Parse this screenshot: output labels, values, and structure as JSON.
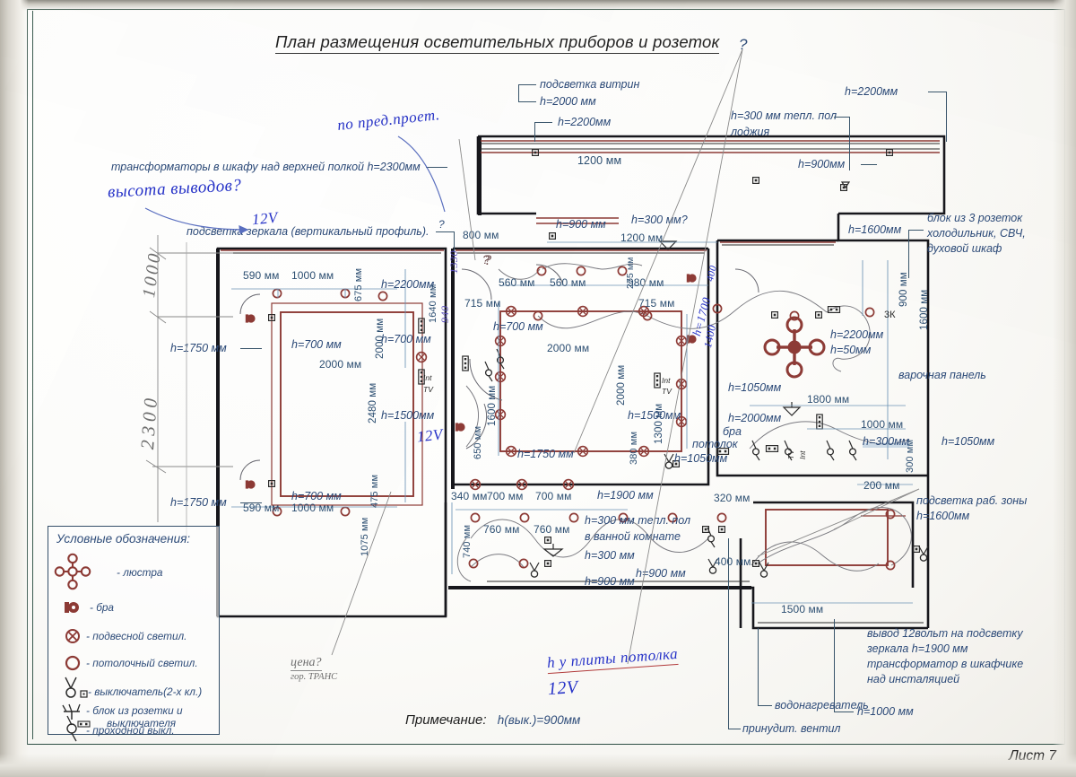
{
  "document": {
    "title": "План размещения осветительных приборов и розеток",
    "title_query_mark": "?",
    "sheet_number": "Лист 7",
    "note_label": "Примечание:",
    "note_value": "h(вык.)=900мм"
  },
  "legend": {
    "header": "Условные обозначения:",
    "items": [
      {
        "icon": "chandelier-icon",
        "label": "- люстра"
      },
      {
        "icon": "sconce-icon",
        "label": "- бра"
      },
      {
        "icon": "pendant-lamp-icon",
        "label": "- подвесной светил."
      },
      {
        "icon": "ceiling-lamp-icon",
        "label": "- потолочный светил."
      },
      {
        "icon": "switch-2gang-icon",
        "label": "- выключатель(2-х кл.)"
      },
      {
        "icon": "socket-switch-block-icon",
        "label": "- блок из розетки и",
        "label2": "выключателя"
      },
      {
        "icon": "passthrough-switch-icon",
        "label": "- проходной выкл."
      }
    ]
  },
  "annotations": {
    "top": [
      {
        "id": "showcase-light",
        "text": "подсветка витрин"
      },
      {
        "id": "showcase-h",
        "text": "h=2000 мм"
      },
      {
        "id": "h2200-left",
        "text": "h=2200мм"
      },
      {
        "id": "warm-floor-loggia",
        "text": "h=300 мм тепл. пол"
      },
      {
        "id": "warm-floor-loggia2",
        "text": "лоджия"
      },
      {
        "id": "h2200-right",
        "text": "h=2200мм"
      },
      {
        "id": "h900-top",
        "text": "h=900мм"
      },
      {
        "id": "transformers-cabinet",
        "text": "трансформаторы в шкафу над верхней полкой h=2300мм"
      },
      {
        "id": "mirror-light",
        "text": "подсветка зеркала (вертикальный профиль)."
      },
      {
        "id": "mirror-light-q",
        "text": "?"
      }
    ],
    "right": [
      {
        "id": "socket-block-3",
        "text": "блок из 3 розеток"
      },
      {
        "id": "socket-block-3b",
        "text": "холодильник, СВЧ,"
      },
      {
        "id": "socket-block-3c",
        "text": "духовой шкаф"
      },
      {
        "id": "h1600-fridge",
        "text": "h=1600мм"
      },
      {
        "id": "zk-label",
        "text": "3К"
      },
      {
        "id": "h2200-hob",
        "text": "h=2200мм"
      },
      {
        "id": "h50-hob",
        "text": "h=50мм"
      },
      {
        "id": "hob-label",
        "text": "варочная панель"
      },
      {
        "id": "h1050-right",
        "text": "h=1050мм"
      },
      {
        "id": "h2000-sconce",
        "text": "h=2000мм"
      },
      {
        "id": "sconce-word",
        "text": "бра"
      },
      {
        "id": "ceiling-word",
        "text": "потолок"
      },
      {
        "id": "h300-right",
        "text": "h=300мм"
      },
      {
        "id": "h1050-far-right",
        "text": "h=1050мм"
      },
      {
        "id": "worklight",
        "text": "подсветка раб. зоны"
      },
      {
        "id": "worklight-h",
        "text": "h=1600мм"
      },
      {
        "id": "mirror-12v-1",
        "text": "вывод 12вольт на подсветку"
      },
      {
        "id": "mirror-12v-2",
        "text": "зеркала h=1900 мм"
      },
      {
        "id": "mirror-12v-3",
        "text": "трансформатор в шкафчике"
      },
      {
        "id": "mirror-12v-4",
        "text": "над инсталяцией"
      },
      {
        "id": "h1000-bottom",
        "text": "h=1000 мм"
      },
      {
        "id": "water-heater",
        "text": "водонагреватель"
      },
      {
        "id": "forced-vent",
        "text": "принудит. вентил"
      }
    ],
    "left": [
      {
        "id": "h1750-top",
        "text": "h=1750 мм"
      },
      {
        "id": "h1750-bottom",
        "text": "h=1750 мм"
      },
      {
        "id": "h700-top",
        "text": "h=700 мм"
      },
      {
        "id": "h700-bottom",
        "text": "h=700 мм"
      },
      {
        "id": "h2200-bed",
        "text": "h=2200мм"
      },
      {
        "id": "h700-bed",
        "text": "h=700 мм"
      },
      {
        "id": "h1500-bed",
        "text": "h=1500мм"
      }
    ],
    "center": [
      {
        "id": "h900-center",
        "text": "h=900 мм"
      },
      {
        "id": "h300-q",
        "text": "h=300 мм?"
      },
      {
        "id": "h700-living",
        "text": "h=700 мм"
      },
      {
        "id": "h1500-living",
        "text": "h=1500мм"
      },
      {
        "id": "h1750-living",
        "text": "h=1750 мм"
      },
      {
        "id": "h1900-bath",
        "text": "h=1900 мм"
      },
      {
        "id": "warm-floor-bath1",
        "text": "h=300 мм тепл. пол"
      },
      {
        "id": "warm-floor-bath2",
        "text": "в ванной комнате"
      },
      {
        "id": "h300-bath",
        "text": "h=300 мм"
      },
      {
        "id": "h900-bath",
        "text": "h=900 мм"
      },
      {
        "id": "h900-bath2",
        "text": "h=900 мм"
      },
      {
        "id": "h1050-corr",
        "text": "h=1050мм"
      },
      {
        "id": "int-label-1",
        "text": "Int"
      },
      {
        "id": "tv-label-1",
        "text": "TV"
      },
      {
        "id": "int-label-2",
        "text": "Int"
      },
      {
        "id": "tv-label-2",
        "text": "TV"
      },
      {
        "id": "tv-label-3",
        "text": "TV"
      },
      {
        "id": "int-label-3",
        "text": "Int"
      },
      {
        "id": "q-mark-room",
        "text": "?"
      }
    ]
  },
  "dimensions": {
    "left_room": [
      "590 мм",
      "1000 мм",
      "675 мм",
      "2000 мм",
      "2000 мм",
      "2480 мм",
      "475 мм",
      "1075 мм",
      "590 мм",
      "1000 мм",
      "1640 мм"
    ],
    "top_band": [
      "1200 мм",
      "800 мм",
      "1200 мм",
      "275 мм"
    ],
    "living_room": [
      "715 мм",
      "715 мм",
      "560 мм",
      "560 мм",
      "980 мм",
      "2000 мм",
      "2000 мм",
      "1600 мм",
      "650 мм",
      "380 мм",
      "1300 мм",
      "340 мм",
      "700 мм",
      "700 мм"
    ],
    "bath": [
      "760 мм",
      "760 мм",
      "740 мм",
      "320 мм",
      "400 мм",
      "1500 мм"
    ],
    "kitchen": [
      "900 мм",
      "1600 мм",
      "1800 мм",
      "1000 мм",
      "300 мм",
      "200 мм"
    ]
  },
  "handwritten": [
    {
      "id": "hw-po-pred",
      "text": "по пред.проет.",
      "color": "#2733c8"
    },
    {
      "id": "hw-vysota",
      "text": "высота выводов?",
      "color": "#2733c8"
    },
    {
      "id": "hw-12v-1",
      "text": "12V",
      "color": "#2733c8"
    },
    {
      "id": "hw-12v-2",
      "text": "12V",
      "color": "#2733c8"
    },
    {
      "id": "hw-12v-3",
      "text": "12V",
      "color": "#2733c8"
    },
    {
      "id": "hw-1330",
      "text": "1330",
      "color": "#5b4fbf"
    },
    {
      "id": "hw-940",
      "text": "940",
      "color": "#5b4fbf"
    },
    {
      "id": "hw-h1700",
      "text": "h=1700",
      "color": "#3a3ac0"
    },
    {
      "id": "hw-1400",
      "text": "1400",
      "color": "#3a3ac0"
    },
    {
      "id": "hw-400",
      "text": "400",
      "color": "#3a3ac0"
    },
    {
      "id": "hw-potolok",
      "text": "h у плиты потолка",
      "color": "#2733c8"
    },
    {
      "id": "hw-1000",
      "text": "1000",
      "color": "#6e6e6e"
    },
    {
      "id": "hw-2300",
      "text": "2300",
      "color": "#6e6e6e"
    },
    {
      "id": "hw-tsena",
      "text": "цена?",
      "color": "#6e6e6e"
    },
    {
      "id": "hw-gor-trans",
      "text": "гор. ТРАНС",
      "color": "#6e6e6e"
    },
    {
      "id": "hw-q1",
      "text": "?",
      "color": "#2733c8"
    }
  ],
  "colors": {
    "paper": "#fbfaf6",
    "frame": "#2f4f45",
    "wall": "#17171c",
    "furniture_red": "#8d3b36",
    "dimension_blue": "#39556b",
    "text_blue": "#2f4d7a",
    "handwriting_blue": "#2733c8",
    "pencil_gray": "#6e6e6e"
  }
}
